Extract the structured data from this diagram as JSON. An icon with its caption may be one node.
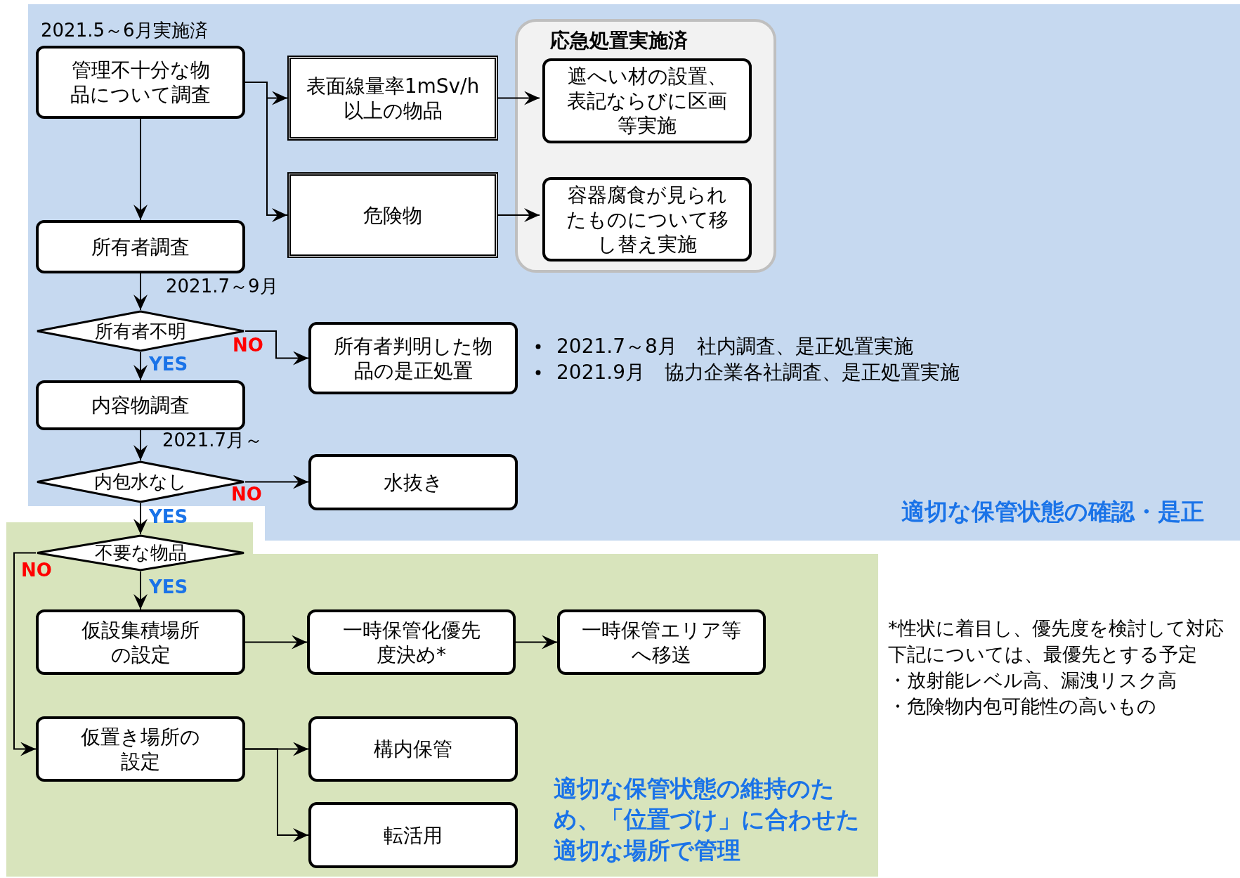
{
  "diagram": {
    "nodes": [
      {
        "text": [
          "適切な保管状態の確認・是正"
        ]
      },
      {
        "text": [
          "管理不十分な物品について調査"
        ],
        "in": 0,
        "beside": [
          "2021.5～6月実施済"
        ]
      },
      {
        "text": [
          "表面線量率1mSv/h以上の物品"
        ],
        "in": 0
      },
      {
        "text": [
          "危険物"
        ],
        "in": 0
      },
      {
        "text": [
          "応急処置実施済"
        ],
        "in": 0
      },
      {
        "text": [
          "遮へい材の設置、表記ならびに区画等実施"
        ],
        "in": 4
      },
      {
        "text": [
          "容器腐食が見られたものについて移し替え実施"
        ],
        "in": 4
      },
      {
        "text": [
          "所有者調査"
        ],
        "in": 0
      },
      {
        "text": [
          "所有者不明"
        ],
        "in": 0
      },
      {
        "text": [
          "所有者判明した物品の是正処置"
        ],
        "in": 0
      },
      {
        "text": [
          "内容物調査"
        ],
        "in": 0
      },
      {
        "text": [
          "内包水なし"
        ],
        "in": 0
      },
      {
        "text": [
          "水抜き"
        ],
        "in": 0
      },
      {
        "text": [
          "適切な保管状態の維持のため、「位置づけ」に合わせた適切な場所で管理"
        ]
      },
      {
        "text": [
          "不要な物品"
        ],
        "in": 13
      },
      {
        "text": [
          "仮設集積場所の設定"
        ],
        "in": 13
      },
      {
        "text": [
          "一時保管化優先度決め*"
        ],
        "in": 13
      },
      {
        "text": [
          "一時保管エリア等へ移送"
        ],
        "in": 13
      },
      {
        "text": [
          "仮置き場所の設定"
        ],
        "in": 13
      },
      {
        "text": [
          "構内保管"
        ],
        "in": 13
      },
      {
        "text": [
          "転活用"
        ],
        "in": 13
      }
    ],
    "edges": [
      {
        "from": 1,
        "to": 2,
        "arrow": "to"
      },
      {
        "from": 1,
        "to": 3,
        "arrow": "to"
      },
      {
        "from": 1,
        "to": 7,
        "arrow": "to"
      },
      {
        "from": 2,
        "to": 5,
        "arrow": "to"
      },
      {
        "from": 3,
        "to": 6,
        "arrow": "to"
      },
      {
        "from": 7,
        "to": 8,
        "arrow": "to",
        "label": "2021.7～9月"
      },
      {
        "from": 8,
        "to": 9,
        "arrow": "to",
        "label": "NO"
      },
      {
        "from": 8,
        "to": 10,
        "arrow": "to",
        "label": "YES"
      },
      {
        "from": 10,
        "to": 11,
        "arrow": "to",
        "label": "2021.7月～"
      },
      {
        "from": 11,
        "to": 12,
        "arrow": "to",
        "label": "NO"
      },
      {
        "from": 11,
        "to": 14,
        "arrow": "to",
        "label": "YES"
      },
      {
        "from": 14,
        "to": 15,
        "arrow": "to",
        "label": "YES"
      },
      {
        "from": 14,
        "to": 18,
        "arrow": "to",
        "label": "NO"
      },
      {
        "from": 15,
        "to": 16,
        "arrow": "to"
      },
      {
        "from": 16,
        "to": 17,
        "arrow": "to"
      },
      {
        "from": 18,
        "to": 19,
        "arrow": "to"
      },
      {
        "from": 18,
        "to": 20,
        "arrow": "to"
      }
    ],
    "labels": [
      "2021.7～8月　社内調査、是正処置実施",
      "2021.9月　協力企業各社調査、是正処置実施",
      "*性状に着目し、優先度を検討して対応",
      "下記については、最優先とする予定",
      "・放射能レベル高、漏洩リスク高",
      "・危険物内包可能性の高いもの"
    ]
  }
}
